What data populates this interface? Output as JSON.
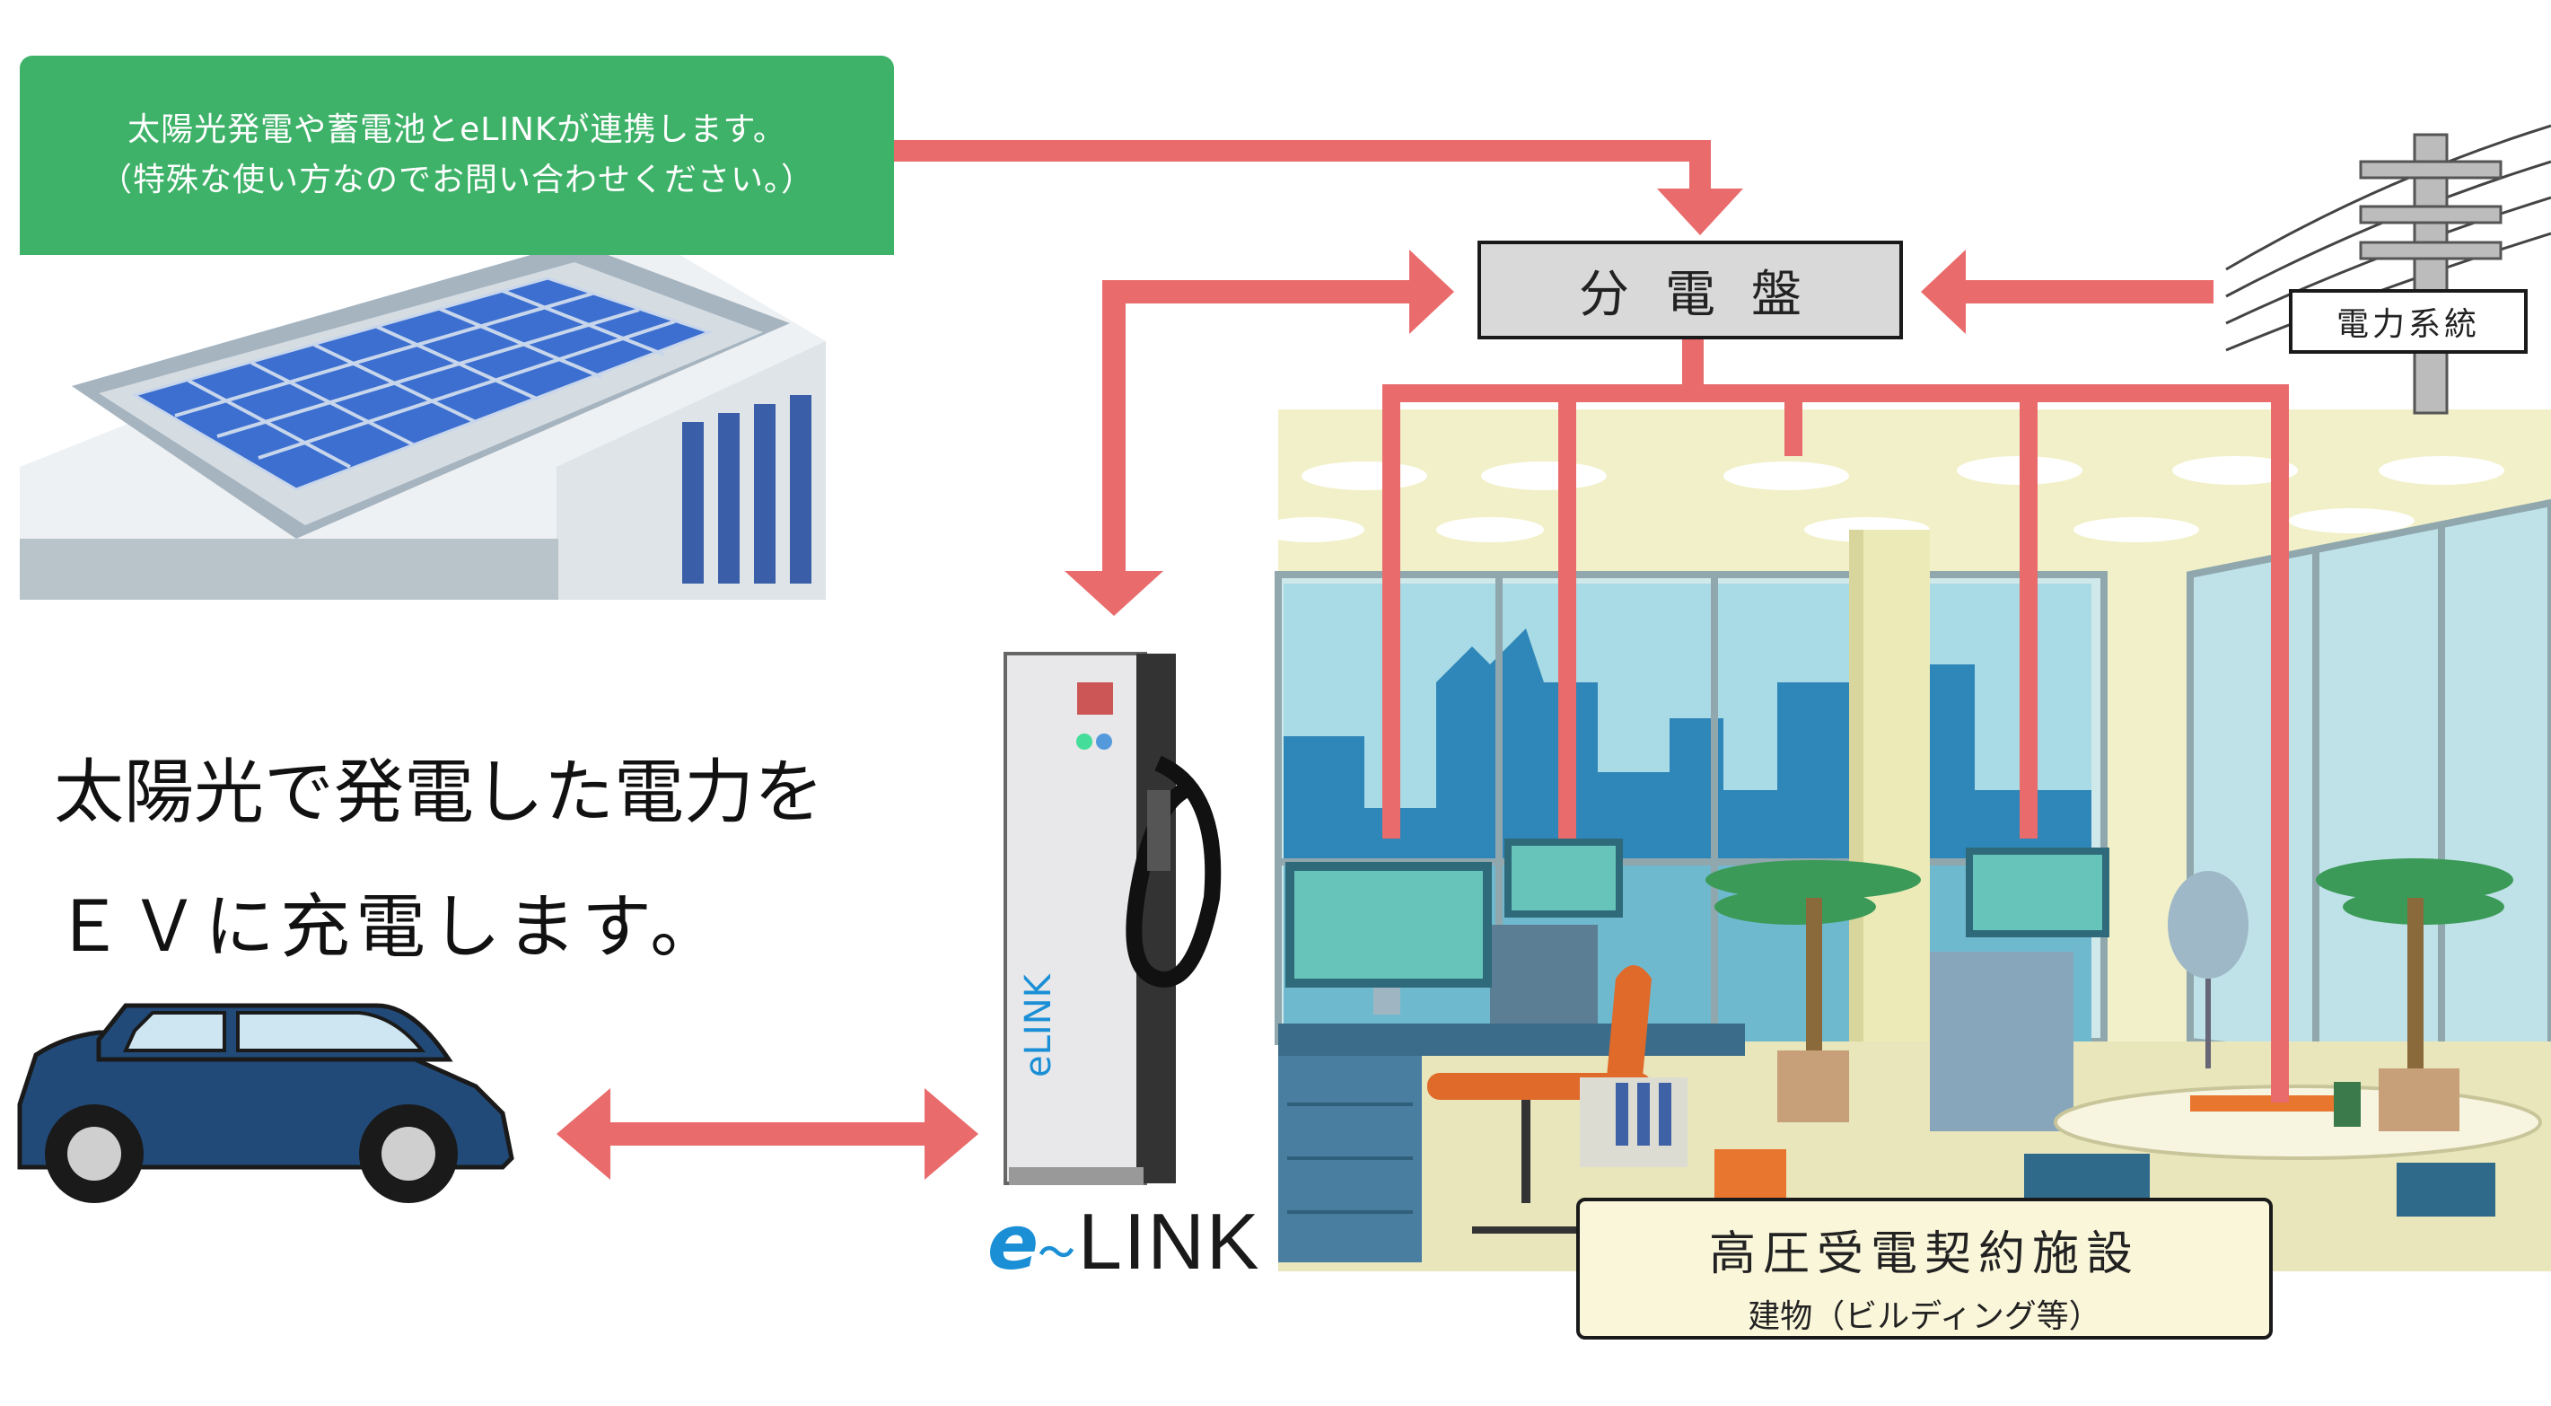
{
  "solar_note": {
    "line1": "太陽光発電や蓄電池とeLINKが連携します。",
    "line2": "（特殊な使い方なのでお問い合わせください。）"
  },
  "distribution_board": "分電盤",
  "power_grid": "電力系統",
  "main_message": {
    "line1": "太陽光で発電した電力を",
    "line2": "ＥＶに充電します。"
  },
  "facility": {
    "title": "高圧受電契約施設",
    "subtitle": "建物（ビルディング等）"
  },
  "elink_logo": {
    "e": "e",
    "wave": "〜",
    "text": "LINK"
  },
  "charger_brand": "eLINK",
  "colors": {
    "arrow": "#e96b6b",
    "note_bg": "#3fb269",
    "logo_blue": "#1a8fd6"
  }
}
